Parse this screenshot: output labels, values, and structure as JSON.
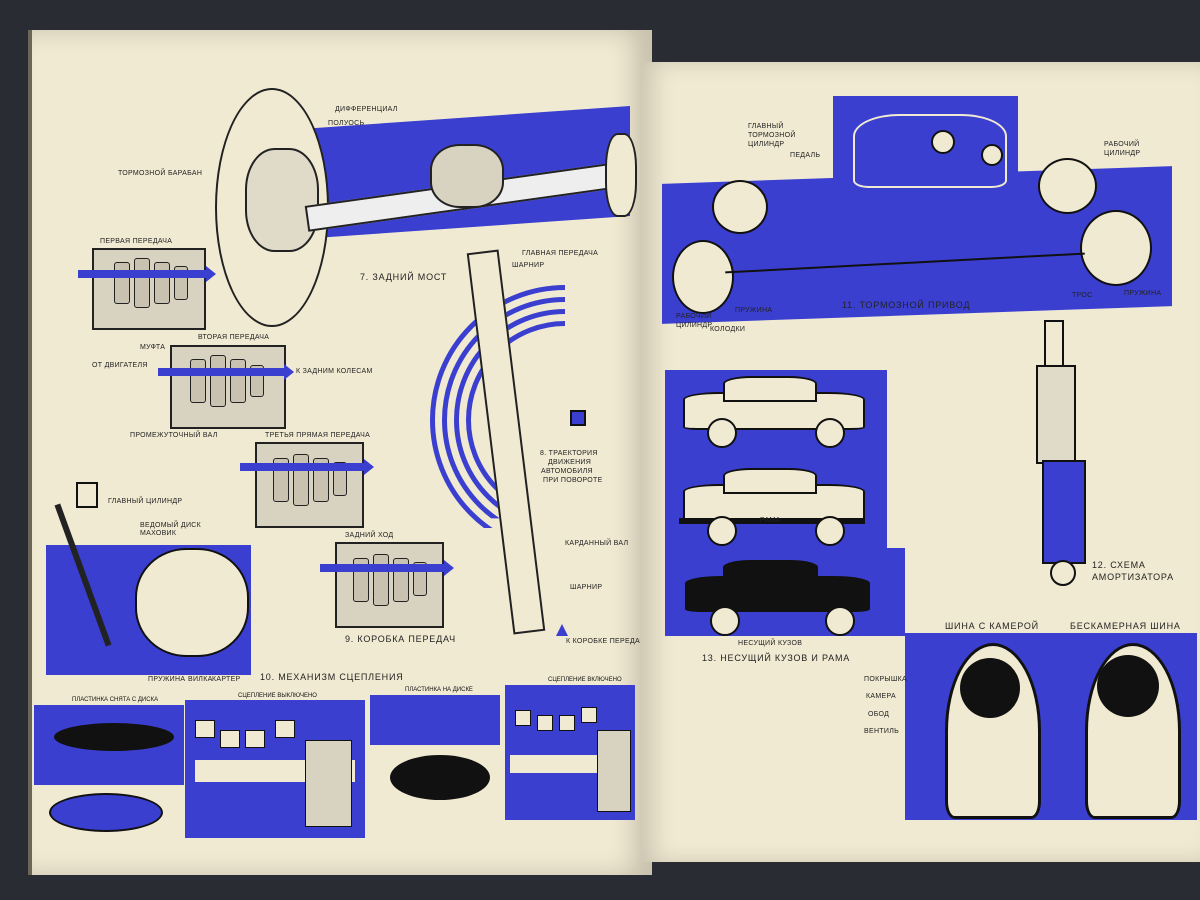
{
  "left_page": {
    "rear_axle": {
      "caption": "7. ЗАДНИЙ МОСТ",
      "labels": {
        "differential": "ДИФФЕРЕНЦИАЛ",
        "half_shaft": "ПОЛУОСЬ",
        "brake_drum": "ТОРМОЗНОЙ БАРАБАН",
        "main_gear": "ГЛАВНАЯ ПЕРЕДАЧА",
        "joint": "ШАРНИР"
      }
    },
    "gearbox": {
      "caption": "9. КОРОБКА ПЕРЕДАЧ",
      "labels": {
        "first_gear": "ПЕРВАЯ ПЕРЕДАЧА",
        "second_gear": "ВТОРАЯ ПЕРЕДАЧА",
        "coupling": "МУФТА",
        "from_engine": "ОТ ДВИГАТЕЛЯ",
        "to_rear_wheels": "К ЗАДНИМ КОЛЕСАМ",
        "intermediate_shaft": "ПРОМЕЖУТОЧНЫЙ ВАЛ",
        "third_gear": "ТРЕТЬЯ ПРЯМАЯ ПЕРЕДАЧА",
        "reverse": "ЗАДНИЙ ХОД"
      }
    },
    "trajectory": {
      "caption_lines": [
        "8. ТРАЕКТОРИЯ",
        "ДВИЖЕНИЯ",
        "АВТОМОБИЛЯ",
        "ПРИ ПОВОРОТЕ"
      ],
      "labels": {
        "cardan_shaft": "КАРДАННЫЙ ВАЛ",
        "joint": "ШАРНИР",
        "from_gearbox": "К КОРОБКЕ ПЕРЕДАЧ"
      }
    },
    "clutch": {
      "caption": "10. МЕХАНИЗМ СЦЕПЛЕНИЯ",
      "labels": {
        "master_cylinder": "ГЛАВНЫЙ ЦИЛИНДР",
        "driven_disk": "ВЕДОМЫЙ ДИСК",
        "flywheel": "МАХОВИК",
        "spring": "ПРУЖИНА",
        "fork": "ВИЛКА",
        "housing": "КАРТЕР"
      },
      "panels": [
        "ПЛАСТИНКА СНЯТА С ДИСКА",
        "СЦЕПЛЕНИЕ ВЫКЛЮЧЕНО",
        "ПЛАСТИНКА НА ДИСКЕ",
        "СЦЕПЛЕНИЕ ВКЛЮЧЕНО"
      ]
    }
  },
  "right_page": {
    "brake_drive": {
      "caption": "11. ТОРМОЗНОЙ ПРИВОД",
      "labels": {
        "master_brake_cylinder": "ГЛАВНЫЙ ТОРМОЗНОЙ ЦИЛИНДР",
        "pedal": "ПЕДАЛЬ",
        "work_cylinder_right": "РАБОЧИЙ ЦИЛИНДР",
        "work_cylinder_left": "РАБОЧИЙ ЦИЛИНДР",
        "pads": "КОЛОДКИ",
        "spring_left": "ПРУЖИНА",
        "cable": "ТРОС",
        "spring_right": "ПРУЖИНА"
      }
    },
    "body": {
      "caption": "13. НЕСУЩИЙ КУЗОВ И РАМА",
      "labels": {
        "frame": "РАМА",
        "unibody": "НЕСУЩИЙ КУЗОВ"
      }
    },
    "shock": {
      "caption_lines": [
        "12. СХЕМА",
        "АМОРТИЗАТОРА"
      ]
    },
    "tires": {
      "tube_title": "ШИНА С КАМЕРОЙ",
      "tubeless_title": "БЕСКАМЕРНАЯ ШИНА",
      "labels": {
        "casing": "ПОКРЫШКА",
        "tube": "КАМЕРА",
        "rim": "ОБОД",
        "valve": "ВЕНТИЛЬ"
      }
    }
  },
  "colors": {
    "accent_blue": "#3a3fd0",
    "paper": "#f1ead2",
    "ink": "#111111"
  }
}
